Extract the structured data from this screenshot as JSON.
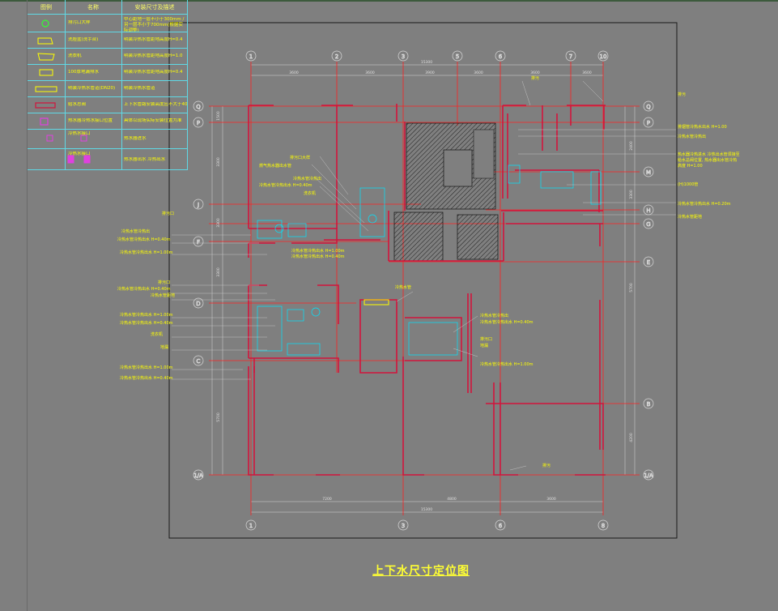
{
  "legend": {
    "headers": [
      "图例",
      "名称",
      "安装尺寸及描述"
    ],
    "rows": [
      {
        "symbol": "green-circle",
        "name": "排污口大样",
        "desc": "中心距地一层不小于300mm / 另一层不小于700mm(根据实际调整)"
      },
      {
        "symbol": "sink-shape",
        "name": "洗脸盆(洗手台)",
        "desc": "明装冷热水管距地高度H=0.4"
      },
      {
        "symbol": "basin-shape",
        "name": "洗衣机",
        "desc": "明装冷热水管距地高度H=1.0"
      },
      {
        "symbol": "rect-shape",
        "name": "100厚地漏排水",
        "desc": "明装冷热水管距地高度H=0.4"
      },
      {
        "symbol": "long-rect-shape",
        "name": "明装冷热水管道(DN20)",
        "desc": "明装冷热水管道"
      },
      {
        "symbol": "red-rect-shape",
        "name": "给水总阀",
        "desc": "上下水管路安装高度应不大于400mm"
      },
      {
        "symbol": "magenta-valve",
        "name": "热水器冷热水接口位置",
        "desc": "具体以现场实际安装位置为准"
      },
      {
        "symbol": "magenta-pair",
        "name": "冷热水接口",
        "desc": "热水器进水"
      },
      {
        "symbol": "magenta-pair-2",
        "name": "冷热水接口",
        "desc": "热水器出水 冷热出水"
      }
    ]
  },
  "grid": {
    "top": [
      "1",
      "2",
      "3",
      "5",
      "6",
      "7",
      "10"
    ],
    "bottom": [
      "1",
      "3",
      "6",
      "8"
    ],
    "left": [
      "Q",
      "P",
      "J",
      "F",
      "D",
      "C",
      "1/A"
    ],
    "right": [
      "Q",
      "P",
      "M",
      "H",
      "G",
      "E",
      "B",
      "1/A"
    ],
    "top_dims": [
      "3600",
      "3600",
      "3900",
      "3600",
      "3600",
      "3600"
    ],
    "top_total": "15300",
    "bottom_dims": [
      "7200",
      "4800",
      "3600"
    ],
    "bottom_total": "15300",
    "left_dims": [
      "1500",
      "3300",
      "3300",
      "3300",
      "5700"
    ],
    "right_dims": [
      "2400",
      "3300",
      "5700",
      "4200"
    ]
  },
  "annotations": {
    "kitchen_top": [
      "排污口大样",
      "燃气热水器出水管"
    ],
    "right_side": [
      "排污",
      "排烟管冷热水出水 H=1.00",
      "冷热水管冷热出",
      "热水器冷热进水 冷热出水管须接至",
      "给水总阀位置, 热水器出水管冷热",
      "高度 H=1.00",
      "(H)1000管",
      "冷热水管冷热出水 H=0.20m",
      "冷热水管距地"
    ],
    "center_left": [
      "冷热水管冷热出",
      "冷热水管冷热出水 H=0.40m",
      "洗衣机",
      "冷热水管冷热出水 H=1.00m",
      "冷热水管冷热出水 H=0.40m"
    ],
    "left_upper": [
      "排污口",
      "冷热水管冷热出",
      "冷热水管冷热出水 H=0.40m",
      "冷热水管冷热出水 H=1.00m"
    ],
    "left_lower": [
      "排污口",
      "冷热水管冷热出水 H=0.40m",
      "冷热水管距地",
      "冷热水管冷热出水 H=1.00m",
      "冷热水管冷热出水 H=0.40m",
      "洗衣机",
      "地漏",
      "冷热水管冷热出水 H=1.00m",
      "冷热水管冷热出水 H=0.40m"
    ],
    "center_lower": [
      "冷热水管冷热出",
      "冷热水管冷热出水 H=0.40m",
      "排污口",
      "地漏",
      "冷热水管冷热出水 H=1.00m"
    ],
    "misc": [
      "排污",
      "冷热水管",
      "排污"
    ]
  },
  "title": "上下水尺寸定位图",
  "colors": {
    "background": "#7f7f7f",
    "wall": "#d2143c",
    "axis": "#ff2020",
    "annotation": "#ffff00",
    "fixture": "#00e5ff",
    "legend_border": "#5fd9e6"
  }
}
